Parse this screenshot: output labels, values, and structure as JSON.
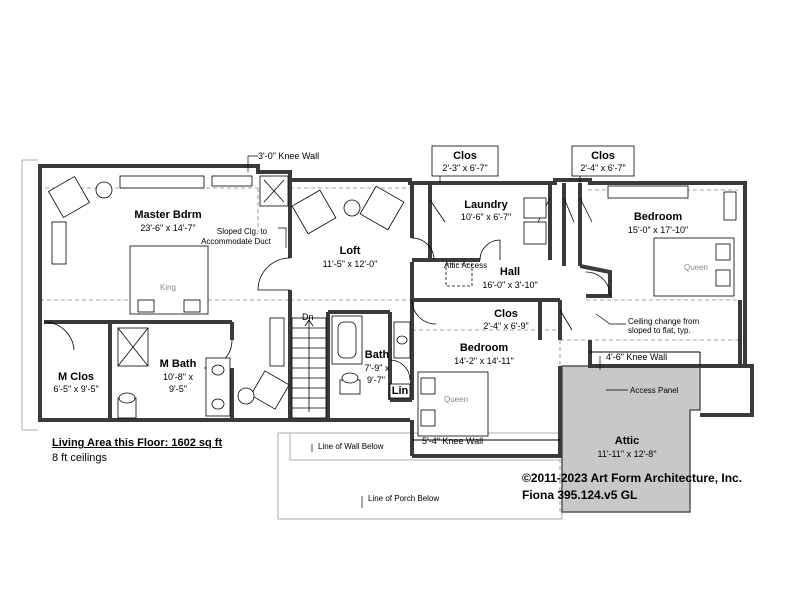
{
  "rooms": [
    {
      "name": "Master Bdrm",
      "dims": "23'-6\" x 14'-7\""
    },
    {
      "name": "Loft",
      "dims": "11'-5\" x 12'-0\""
    },
    {
      "name": "Laundry",
      "dims": "10'-6\" x 6'-7\""
    },
    {
      "name": "Bedroom",
      "dims": "15'-0\" x 17'-10\""
    },
    {
      "name": "Hall",
      "dims": "16'-0\" x 3'-10\""
    },
    {
      "name": "Clos",
      "dims": "2'-3\" x 6'-7\""
    },
    {
      "name": "Clos",
      "dims": "2'-4\" x 6'-7\""
    },
    {
      "name": "Clos",
      "dims": "2'-4\" x 6'-9\""
    },
    {
      "name": "M Clos",
      "dims": "6'-5\" x 9'-5\""
    },
    {
      "name": "M Bath",
      "dims": "10'-8\" x",
      "dims2": "9'-5\""
    },
    {
      "name": "Bath",
      "dims": "7'-9\" x",
      "dims2": "9'-7\""
    },
    {
      "name": "Bedroom",
      "dims": "14'-2\" x 14'-11\""
    },
    {
      "name": "Attic",
      "dims": "11'-11\" x 12'-8\""
    },
    {
      "name": "Lin"
    }
  ],
  "notes": {
    "knee_wall_top": "3'-0\" Knee Wall",
    "sloped_clg_1": "Sloped Clg. to",
    "sloped_clg_2": "Accommodate Duct",
    "attic_access": "Attic Access",
    "stair_dn": "Dn",
    "king": "King",
    "queen_1": "Queen",
    "queen_2": "Queen",
    "ceiling_change_1": "Ceiling change from",
    "ceiling_change_2": "sloped to flat, typ.",
    "knee_wall_mid": "4'-6\" Knee Wall",
    "access_panel": "Access Panel",
    "knee_wall_bottom": "5'-4\" Knee Wall",
    "wall_below": "Line of Wall Below",
    "porch_below": "Line of Porch Below"
  },
  "footer": {
    "living_area": "Living Area this Floor: 1602 sq ft",
    "ceilings": "8 ft ceilings",
    "copyright": "©2011-2023 Art Form Architecture, Inc.",
    "plan_name": "Fiona 395.124.v5 GL"
  },
  "colors": {
    "wall": "#3a3a3a",
    "attic_fill": "#c8c8c8",
    "line": "#000000"
  }
}
